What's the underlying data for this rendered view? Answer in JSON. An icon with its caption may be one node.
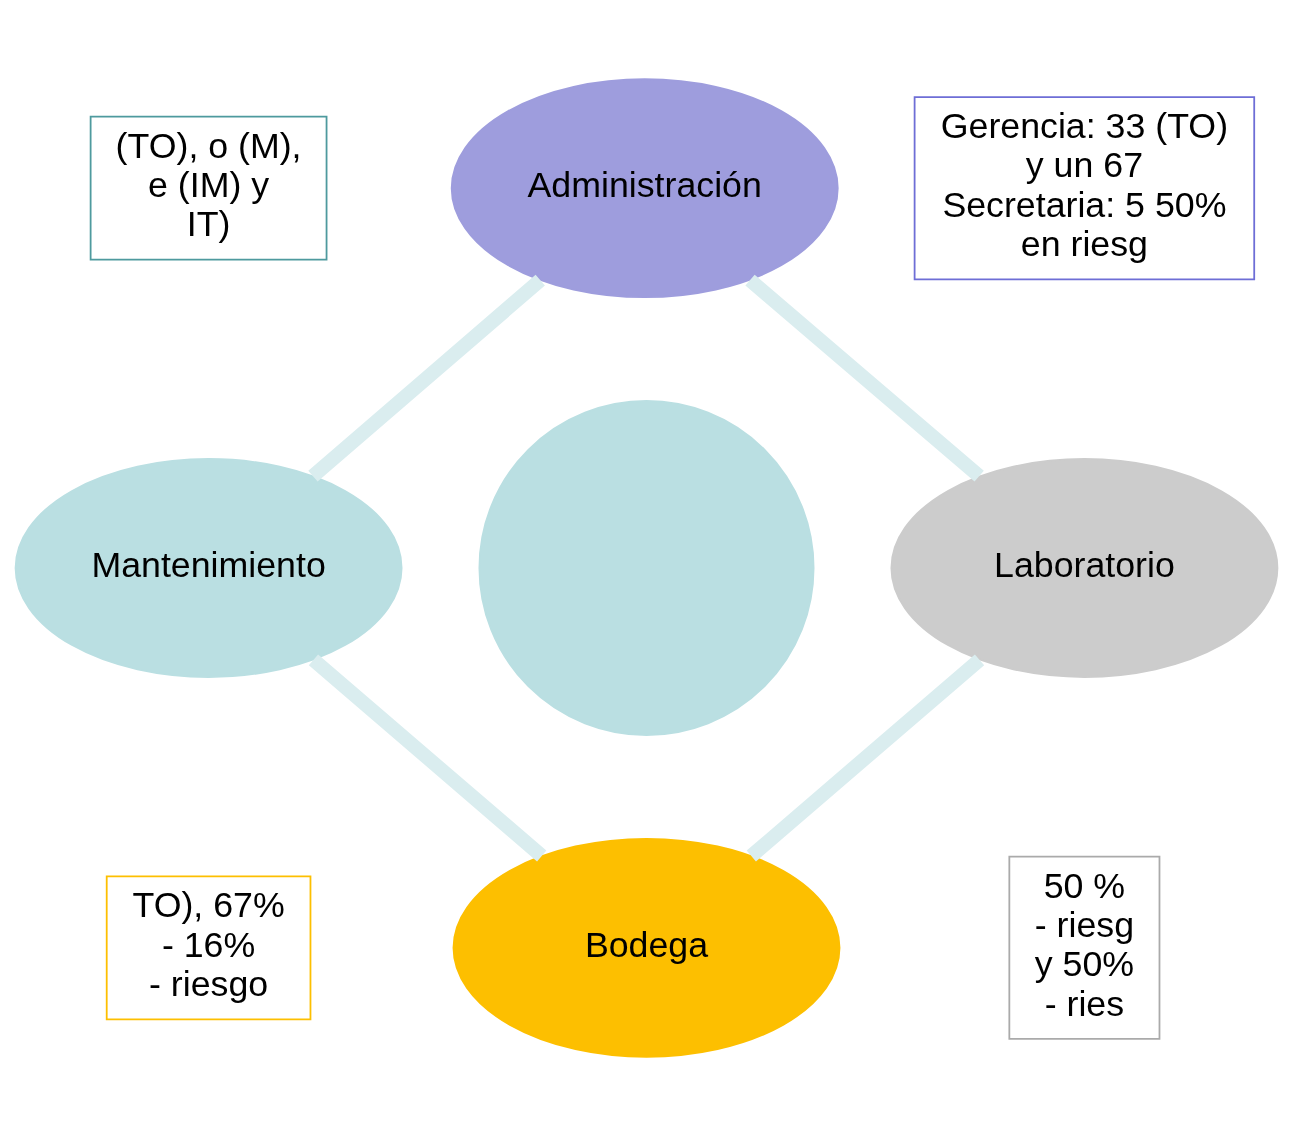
{
  "diagram": {
    "nodes": [
      {
        "text": [
          "Administración"
        ]
      },
      {
        "text": [
          "Laboratorio"
        ]
      },
      {
        "text": [
          "Bodega"
        ]
      },
      {
        "text": [
          "Mantenimiento"
        ]
      },
      {
        "text": [],
        "shape": "circle"
      },
      {
        "text": [
          "(TO), o (M), e (IM) y IT)"
        ]
      },
      {
        "text": [
          "Gerencia: 33 (TO) y un 67 Secretaria: 5 50% en riesg"
        ]
      },
      {
        "text": [
          "TO), 67% - 16% - riesgo"
        ]
      },
      {
        "text": [
          "50 % - riesg y 50% - ries"
        ]
      }
    ],
    "edges": [
      {
        "from": 0,
        "to": 1,
        "arrow": "none"
      },
      {
        "from": 1,
        "to": 2,
        "arrow": "none"
      },
      {
        "from": 2,
        "to": 3,
        "arrow": "none"
      },
      {
        "from": 3,
        "to": 0,
        "arrow": "none"
      }
    ]
  }
}
